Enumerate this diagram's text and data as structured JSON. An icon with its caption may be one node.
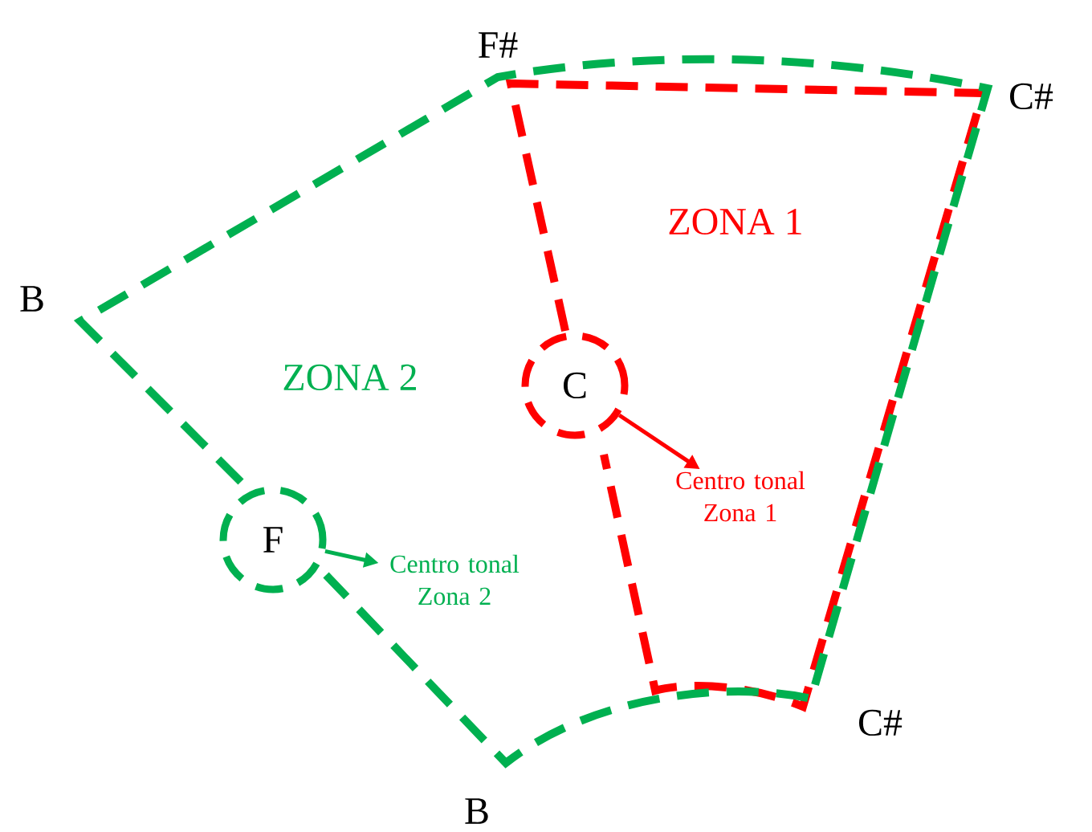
{
  "diagram": {
    "nodes": [
      {
        "text": [
          "ZONA 1"
        ],
        "in": 1
      },
      {
        "text": [
          "ZONA 2"
        ]
      },
      {
        "text": [
          "C"
        ],
        "in": 0
      },
      {
        "text": [
          "F"
        ],
        "in": 1
      },
      {
        "text": [
          "Centro tonal Zona 1"
        ],
        "in": 0
      },
      {
        "text": [
          "Centro tonal Zona 2"
        ],
        "in": 1
      }
    ],
    "edges": [
      {
        "from": 2,
        "to": 4,
        "arrow": "to",
        "color": "#ff0000"
      },
      {
        "from": 3,
        "to": 5,
        "arrow": "to",
        "color": "#00b050"
      }
    ],
    "labels": [
      "F#",
      "C#",
      "B",
      "C#",
      "B"
    ]
  }
}
